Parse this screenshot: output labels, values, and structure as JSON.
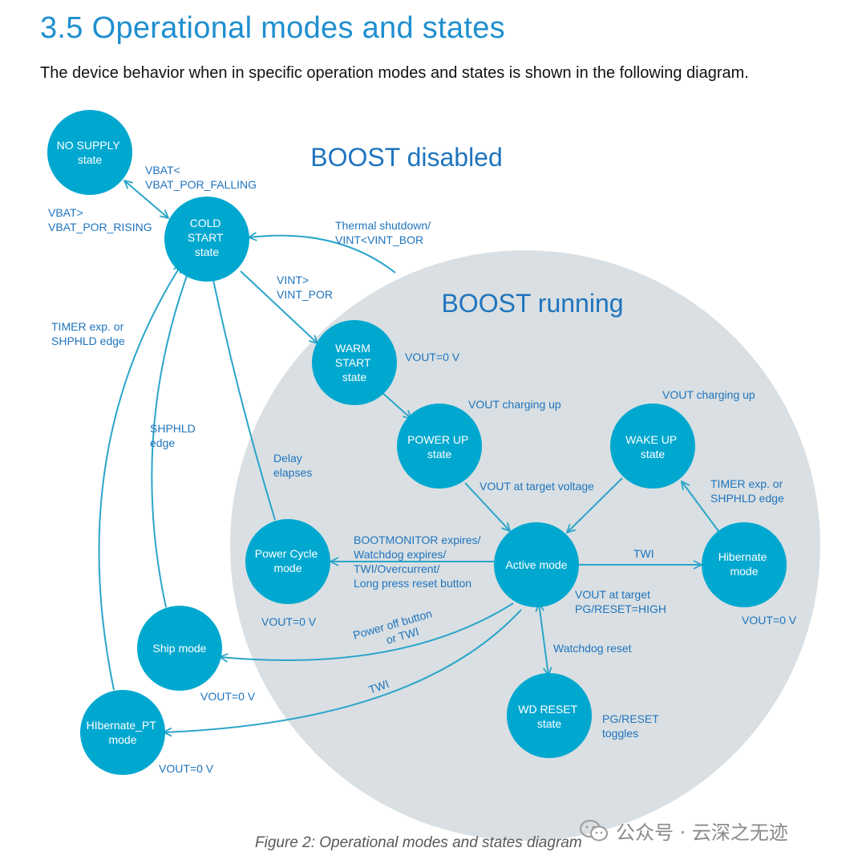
{
  "title": "3.5 Operational modes and states",
  "intro": "The device behavior when in specific operation modes and states is shown in the following diagram.",
  "caption": "Figure 2: Operational modes and states diagram",
  "watermark": "公众号 · 云深之无迹",
  "colors": {
    "node_fill": "#00a8d0",
    "node_text": "#ffffff",
    "label_text": "#1f74bd",
    "region_title": "#1f74bd",
    "region_fill": "#d9dfe2",
    "arrow": "#2aa5c9",
    "title_text": "#1f8fd0"
  },
  "regions": {
    "boost_disabled": "BOOST disabled",
    "boost_running": "BOOST running"
  },
  "nodes": {
    "no_supply": [
      "NO SUPPLY",
      "state"
    ],
    "cold_start": [
      "COLD",
      "START",
      "state"
    ],
    "warm_start": [
      "WARM",
      "START",
      "state"
    ],
    "power_up": [
      "POWER UP",
      "state"
    ],
    "wake_up": [
      "WAKE UP",
      "state"
    ],
    "power_cycle": [
      "Power Cycle",
      "mode"
    ],
    "active": [
      "Active mode"
    ],
    "hibernate": [
      "Hibernate",
      "mode"
    ],
    "ship": [
      "Ship mode"
    ],
    "wd_reset": [
      "WD RESET",
      "state"
    ],
    "hibernate_pt": [
      "HIbernate_PT",
      "mode"
    ]
  },
  "labels": {
    "vbat_falling": [
      "VBAT<",
      "VBAT_POR_FALLING"
    ],
    "vbat_rising": [
      "VBAT>",
      "VBAT_POR_RISING"
    ],
    "thermal": [
      "Thermal shutdown/",
      "VINT<VINT_BOR"
    ],
    "vint_por": [
      "VINT>",
      "VINT_POR"
    ],
    "timer_shphld": [
      "TIMER exp. or",
      "SHPHLD edge"
    ],
    "warm_vout": [
      "VOUT=0 V"
    ],
    "powerup_charging": [
      "VOUT charging up"
    ],
    "wakeup_charging": [
      "VOUT charging up"
    ],
    "shphld_edge": [
      "SHPHLD",
      "edge"
    ],
    "delay": [
      "Delay",
      "elapses"
    ],
    "target_voltage": [
      "VOUT at target voltage"
    ],
    "hib_timer": [
      "TIMER exp. or",
      "SHPHLD edge"
    ],
    "bootmonitor": [
      "BOOTMONITOR expires/",
      "Watchdog expires/",
      "TWI/Overcurrent/",
      "Long press reset button"
    ],
    "twi_hib": [
      "TWI"
    ],
    "active_vout": [
      "VOUT at target",
      "PG/RESET=HIGH"
    ],
    "powercycle_vout": [
      "VOUT=0 V"
    ],
    "hib_vout": [
      "VOUT=0 V"
    ],
    "poweroff": [
      "Power off button",
      "or TWI"
    ],
    "watchdog_reset": [
      "Watchdog reset"
    ],
    "twi_pt": [
      "TWI"
    ],
    "ship_vout": [
      "VOUT=0 V"
    ],
    "pg_toggles": [
      "PG/RESET",
      "toggles"
    ],
    "pt_vout": [
      "VOUT=0 V"
    ]
  }
}
